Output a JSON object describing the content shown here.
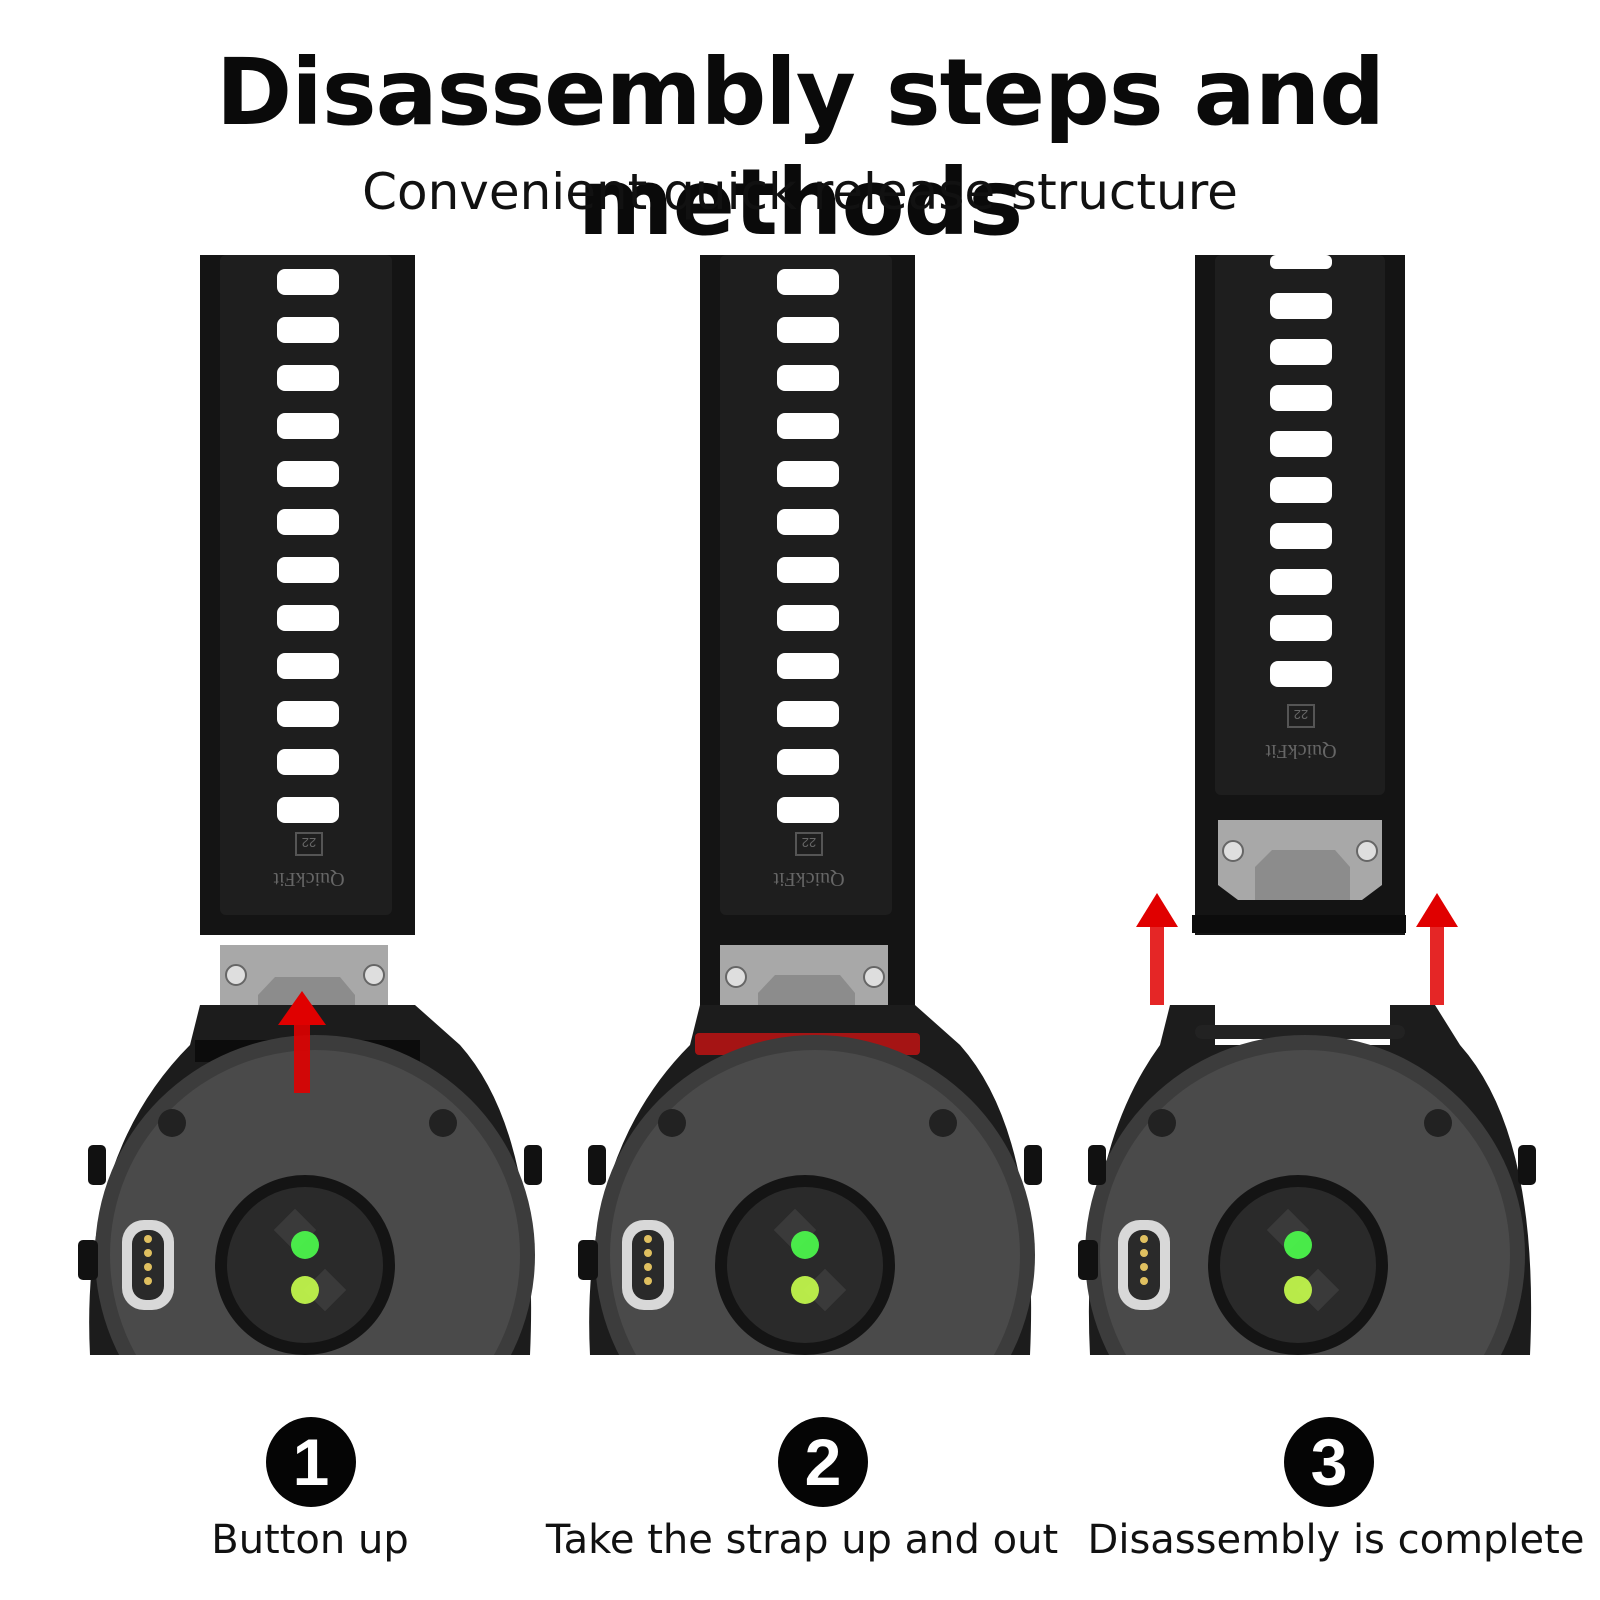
{
  "header": {
    "title": "Disassembly steps and methods",
    "subtitle": "Convenient quick release structure"
  },
  "strap_marking": {
    "size": "22",
    "brand": "QuickFit"
  },
  "steps": [
    {
      "number": "1",
      "label": "Button up"
    },
    {
      "number": "2",
      "label": "Take the strap up and out"
    },
    {
      "number": "3",
      "label": "Disassembly is complete"
    }
  ],
  "colors": {
    "strap": "#141414",
    "watch_body": "#1c1c1c",
    "watch_back": "#4a4a4a",
    "clip_metal": "#a8a8a8",
    "arrow_red": "#e00000",
    "sensor_green": "#4cff4c"
  },
  "icons": [
    "up-arrow-icon"
  ]
}
